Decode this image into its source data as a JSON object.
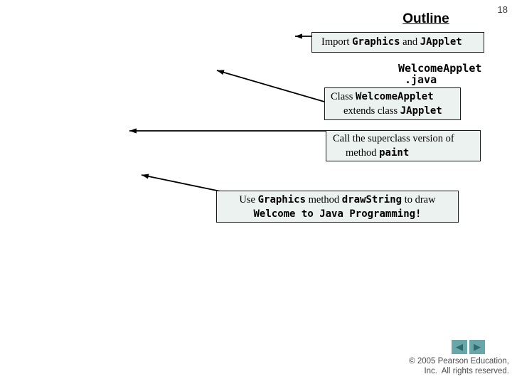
{
  "page_number": "18",
  "title": "Outline",
  "file_label": {
    "line1": "WelcomeApplet",
    "line2": ".java"
  },
  "callouts": {
    "import": {
      "t1": "Import ",
      "c1": "Graphics",
      "t2": " and ",
      "c2": "JApplet"
    },
    "class_def": {
      "t1": "Class ",
      "c1": "WelcomeApplet",
      "t2": "extends class ",
      "c2": "JApplet"
    },
    "superclass": {
      "line1": "Call the superclass version of",
      "t1": "method ",
      "c1": "paint"
    },
    "drawstring": {
      "t1": "Use ",
      "c1": "Graphics",
      "t2": " method ",
      "c2": "drawString",
      "t3": " to draw",
      "c3": "Welcome to Java Programming!"
    }
  },
  "nav": {
    "prev_icon": "◀",
    "next_icon": "▶"
  },
  "footer": {
    "line1": "© 2005 Pearson Education,",
    "line2": "Inc.  All rights reserved."
  },
  "colors": {
    "callout_bg": "#ecf2ef",
    "callout_border": "#1a1a1a",
    "nav_button_bg": "#68a6aa",
    "nav_arrow": "#2e6b6e",
    "footer_text": "#4d4d4d",
    "arrow_stroke": "#000000"
  }
}
